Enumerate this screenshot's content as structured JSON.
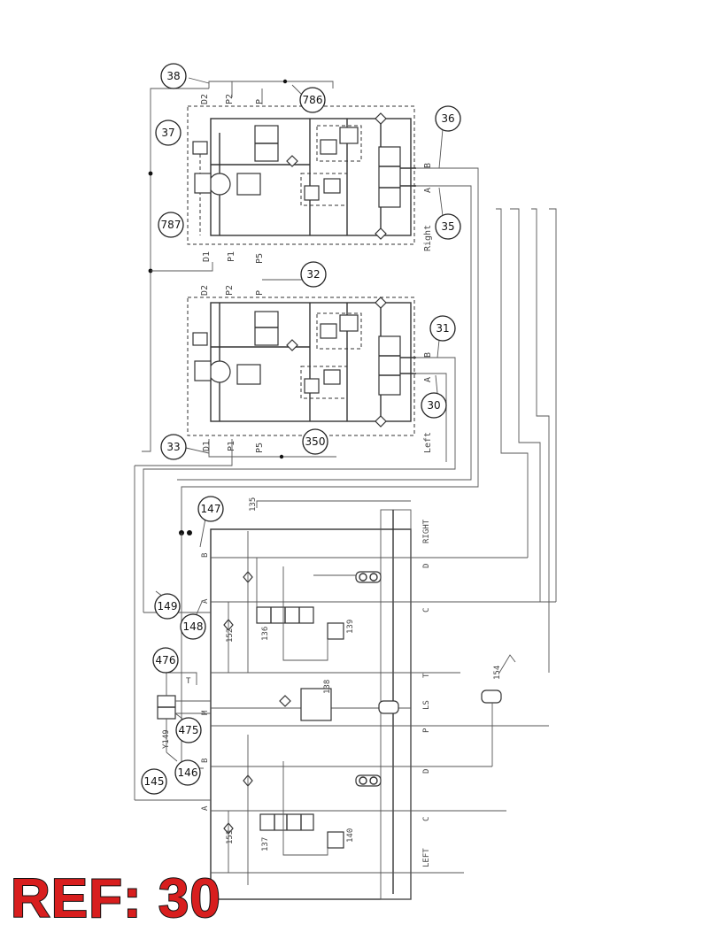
{
  "reference_label": "REF: 30",
  "callouts": {
    "c38": "38",
    "c786": "786",
    "c37": "37",
    "c36": "36",
    "c787": "787",
    "c35": "35",
    "c32": "32",
    "c31": "31",
    "c30": "30",
    "c33": "33",
    "c350": "350",
    "c147": "147",
    "c149": "149",
    "c148": "148",
    "c476": "476",
    "c475": "475",
    "c146": "146",
    "c145": "145"
  },
  "right_valve": {
    "side_label": "Right",
    "top_ports": [
      "D2",
      "P2",
      "P"
    ],
    "bottom_ports": [
      "D1",
      "P1",
      "P5"
    ],
    "work_ports": [
      "B",
      "A"
    ]
  },
  "left_valve": {
    "side_label": "Left",
    "top_ports": [
      "D2",
      "P2",
      "P"
    ],
    "bottom_ports": [
      "D1",
      "P1",
      "P5"
    ],
    "work_ports": [
      "B",
      "A"
    ]
  },
  "lower_block": {
    "right_side_labels": [
      "RIGHT",
      "D",
      "C",
      "T",
      "LS",
      "P",
      "D",
      "C",
      "LEFT"
    ],
    "left_side_labels": [
      "B",
      "A",
      "M",
      "B",
      "A"
    ],
    "component_labels": [
      "135",
      "136",
      "139",
      "152",
      "138",
      "137",
      "140",
      "153",
      "154",
      "Y149",
      "T"
    ]
  }
}
